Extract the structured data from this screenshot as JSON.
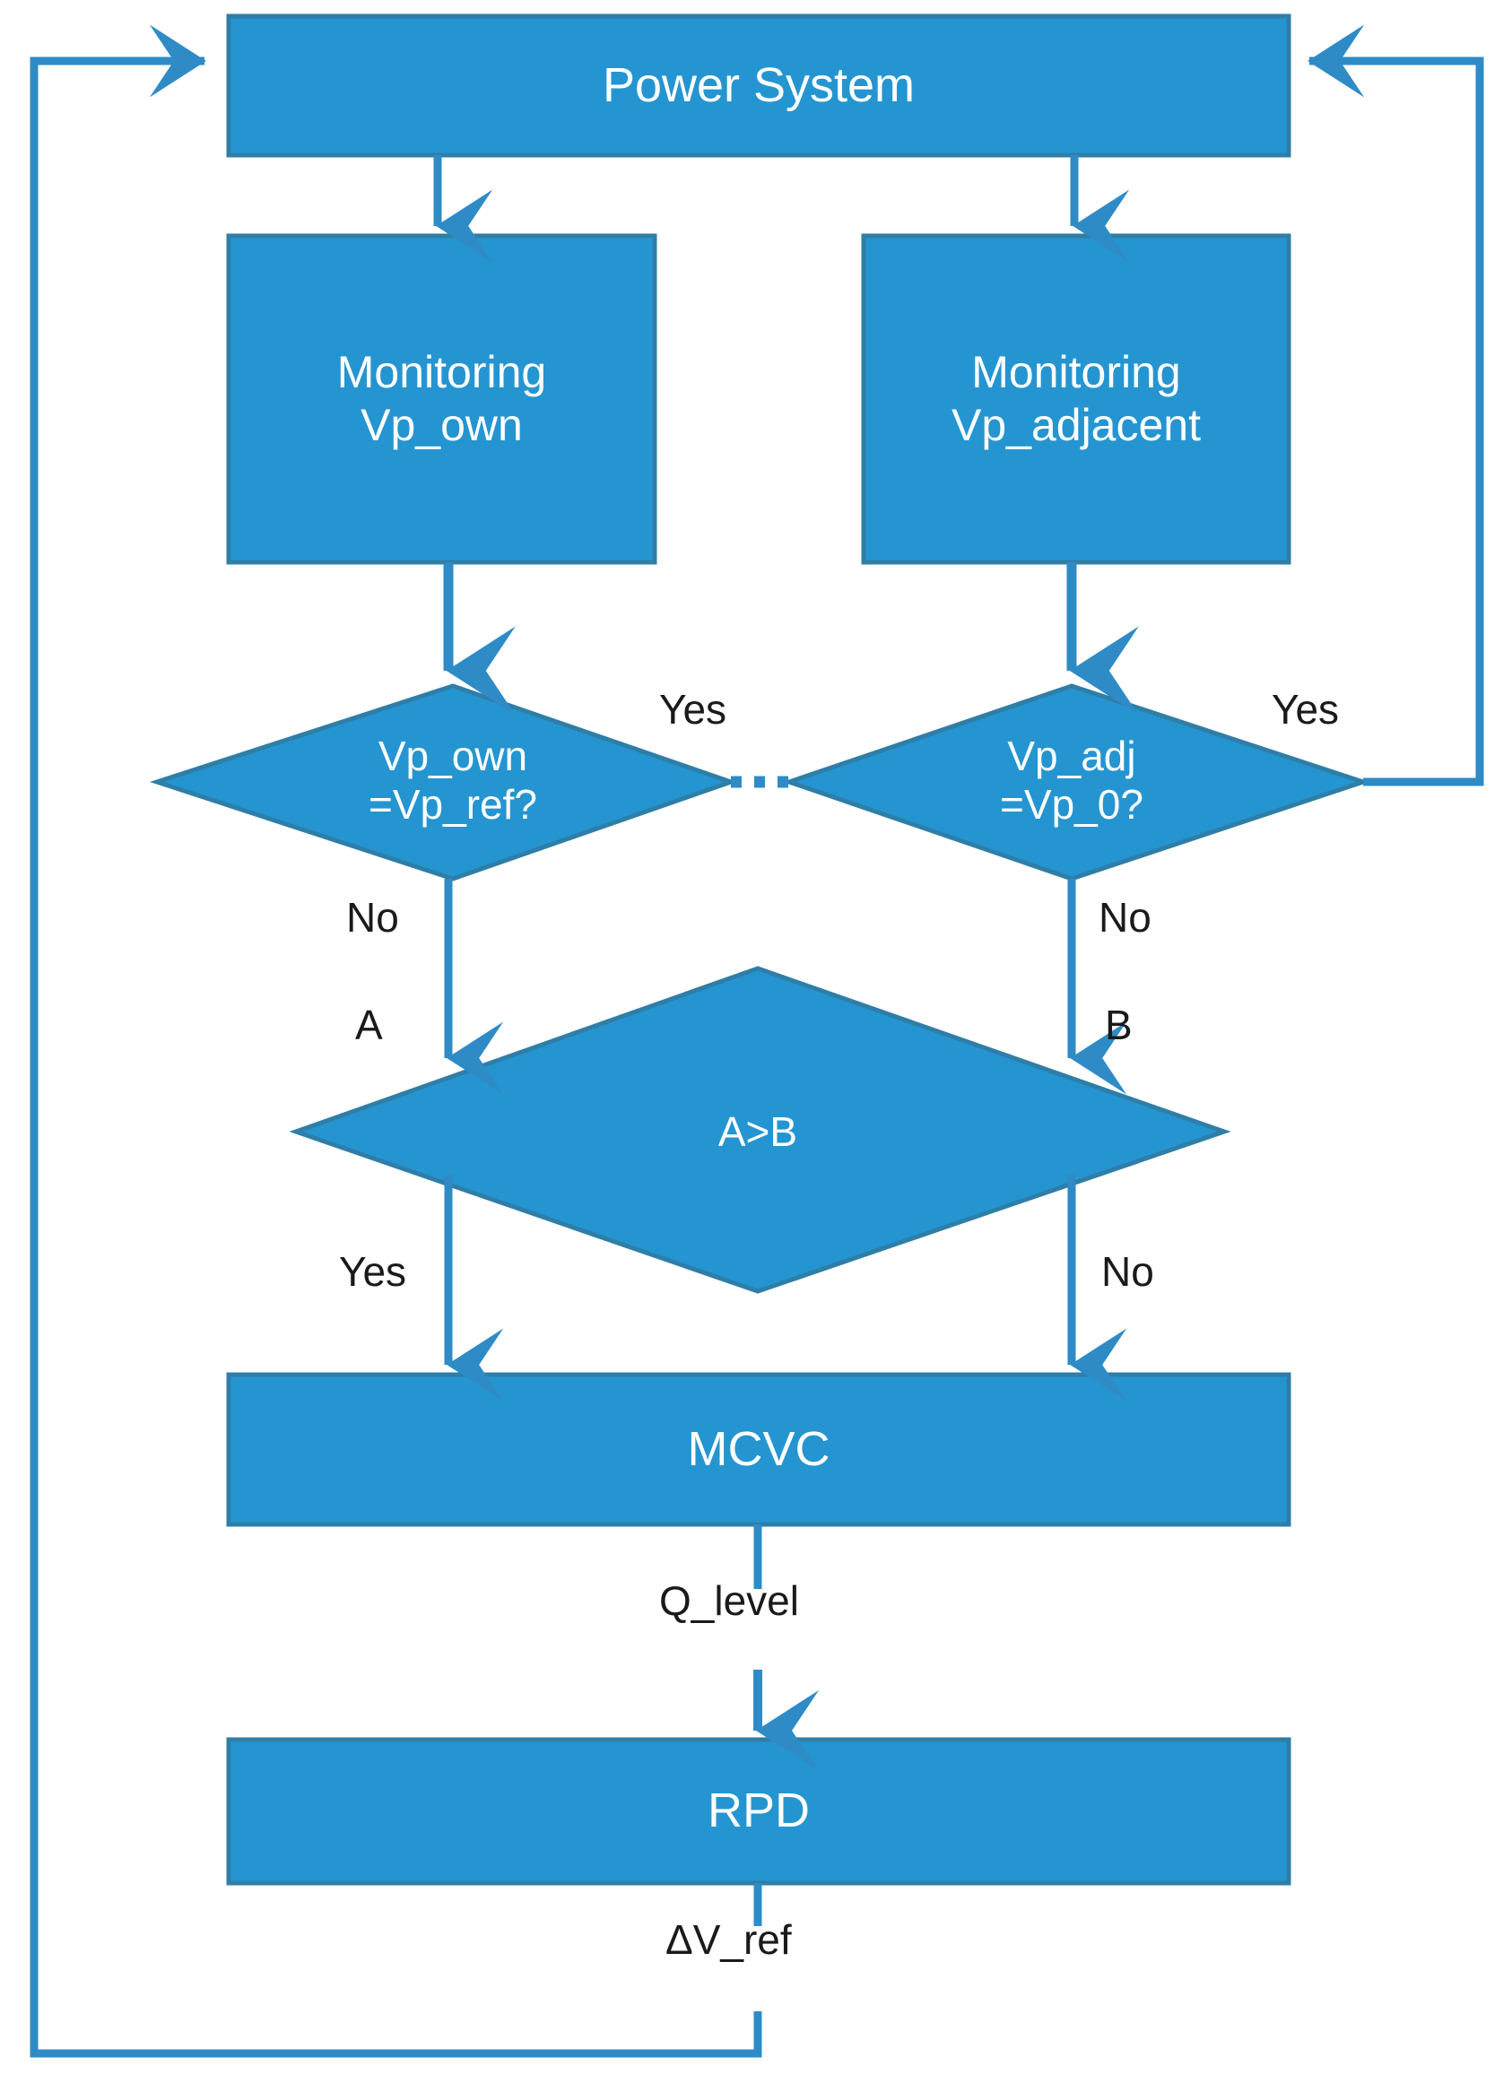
{
  "diagram": {
    "type": "flowchart",
    "title": "Coordinated voltage control flowchart",
    "colors": {
      "node_fill": "#2595D1",
      "node_border": "#2E7EA8",
      "connector": "#2E8BC6",
      "label_text": "#1a1a1a",
      "node_text": "#ffffff",
      "background": "#ffffff"
    },
    "nodes": [
      {
        "id": "power_system",
        "shape": "rectangle",
        "label": "Power System"
      },
      {
        "id": "monitoring_own",
        "shape": "rectangle",
        "label": "Monitoring\nVp_own"
      },
      {
        "id": "monitoring_adjacent",
        "shape": "rectangle",
        "label": "Monitoring\nVp_adjacent"
      },
      {
        "id": "check_vp_own",
        "shape": "diamond",
        "label": "Vp_own\n=Vp_ref?"
      },
      {
        "id": "check_vp_adj",
        "shape": "diamond",
        "label": "Vp_adj\n=Vp_0?"
      },
      {
        "id": "compare_a_b",
        "shape": "diamond",
        "label": "A>B"
      },
      {
        "id": "mcvc",
        "shape": "rectangle",
        "label": "MCVC"
      },
      {
        "id": "rpd",
        "shape": "rectangle",
        "label": "RPD"
      }
    ],
    "edge_labels": [
      {
        "id": "yes_left",
        "text": "Yes",
        "from": "check_vp_own",
        "to": "check_vp_adj"
      },
      {
        "id": "yes_right",
        "text": "Yes",
        "from": "check_vp_adj",
        "to": "power_system"
      },
      {
        "id": "no_left",
        "text": "No",
        "from": "check_vp_own",
        "to": "compare_a_b"
      },
      {
        "id": "no_right",
        "text": "No",
        "from": "check_vp_adj",
        "to": "compare_a_b"
      },
      {
        "id": "signal_a",
        "text": "A",
        "from": "check_vp_own",
        "to": "compare_a_b"
      },
      {
        "id": "signal_b",
        "text": "B",
        "from": "check_vp_adj",
        "to": "compare_a_b"
      },
      {
        "id": "yes_compare",
        "text": "Yes",
        "from": "compare_a_b",
        "to": "mcvc"
      },
      {
        "id": "no_compare",
        "text": "No",
        "from": "compare_a_b",
        "to": "mcvc"
      },
      {
        "id": "q_level",
        "text": "Q_level",
        "from": "mcvc",
        "to": "rpd"
      },
      {
        "id": "delta_v_ref",
        "text": "ΔV_ref",
        "from": "rpd",
        "to": "power_system"
      }
    ]
  }
}
